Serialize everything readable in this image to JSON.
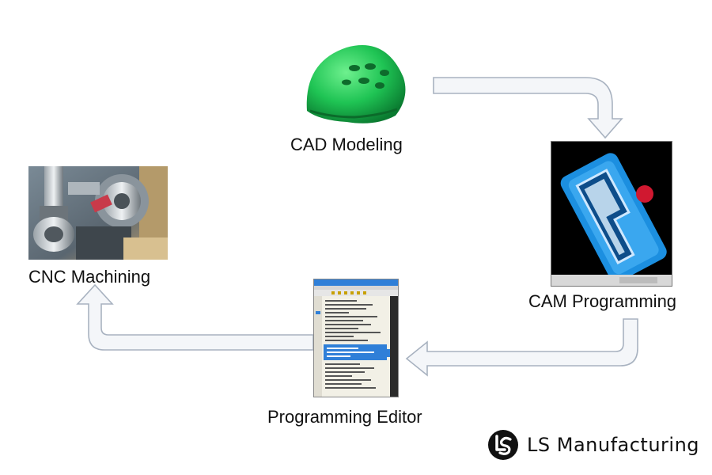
{
  "nodes": {
    "cad": {
      "label": "CAD Modeling"
    },
    "cam": {
      "label": "CAM Programming"
    },
    "editor": {
      "label": "Programming Editor"
    },
    "cnc": {
      "label": "CNC Machining"
    }
  },
  "brand": {
    "name": "LS Manufacturing"
  },
  "colors": {
    "arrow_fill": "#f4f6f9",
    "arrow_stroke": "#a8b2c0",
    "helmet": "#1fc454",
    "cam_bg": "#000000",
    "cam_part": "#1c8fe0",
    "cam_tool": "#d01830",
    "editor_title": "#2f7fd8",
    "editor_bg": "#f2f0e6"
  },
  "icons": [
    "helmet-3d-model-image",
    "cam-toolpath-image",
    "code-editor-image",
    "lathe-photo-image",
    "ls-logo-icon"
  ]
}
